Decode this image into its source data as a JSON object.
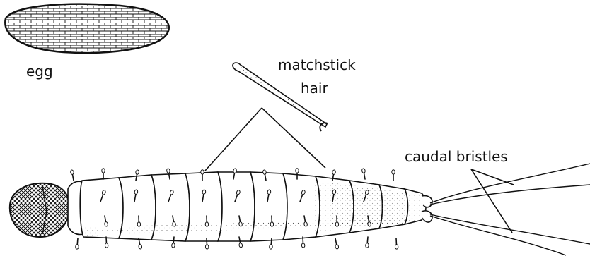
{
  "labels": {
    "egg": "egg",
    "matchstick_line1": "matchstick",
    "matchstick_line2": "hair",
    "caudal": "caudal bristles"
  },
  "colors": {
    "ink": "#111111",
    "background": "#ffffff"
  }
}
